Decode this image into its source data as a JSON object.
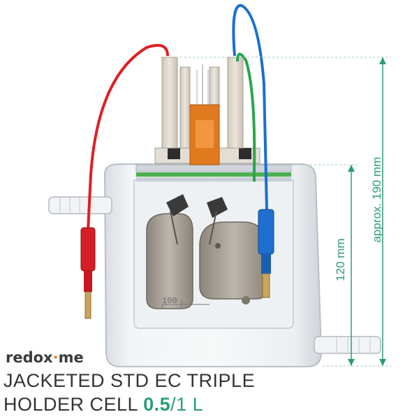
{
  "brand": {
    "prefix": "redox",
    "accent": "·",
    "suffix": "me"
  },
  "title": {
    "line1": "JACKETED STD EC TRIPLE",
    "line2_prefix": "HOLDER CELL ",
    "volume_primary": "0.5",
    "volume_rest": "/1 L"
  },
  "dimensions": {
    "overall_height": "approx. 190 mm",
    "body_height": "120 mm"
  },
  "scale_label": "100",
  "colors": {
    "accent_green": "#2a9d78",
    "brand_orange": "#f07d1a",
    "lead_red": "#e01e24",
    "lead_blue": "#1a6fd1",
    "lead_green": "#2aa54a"
  }
}
